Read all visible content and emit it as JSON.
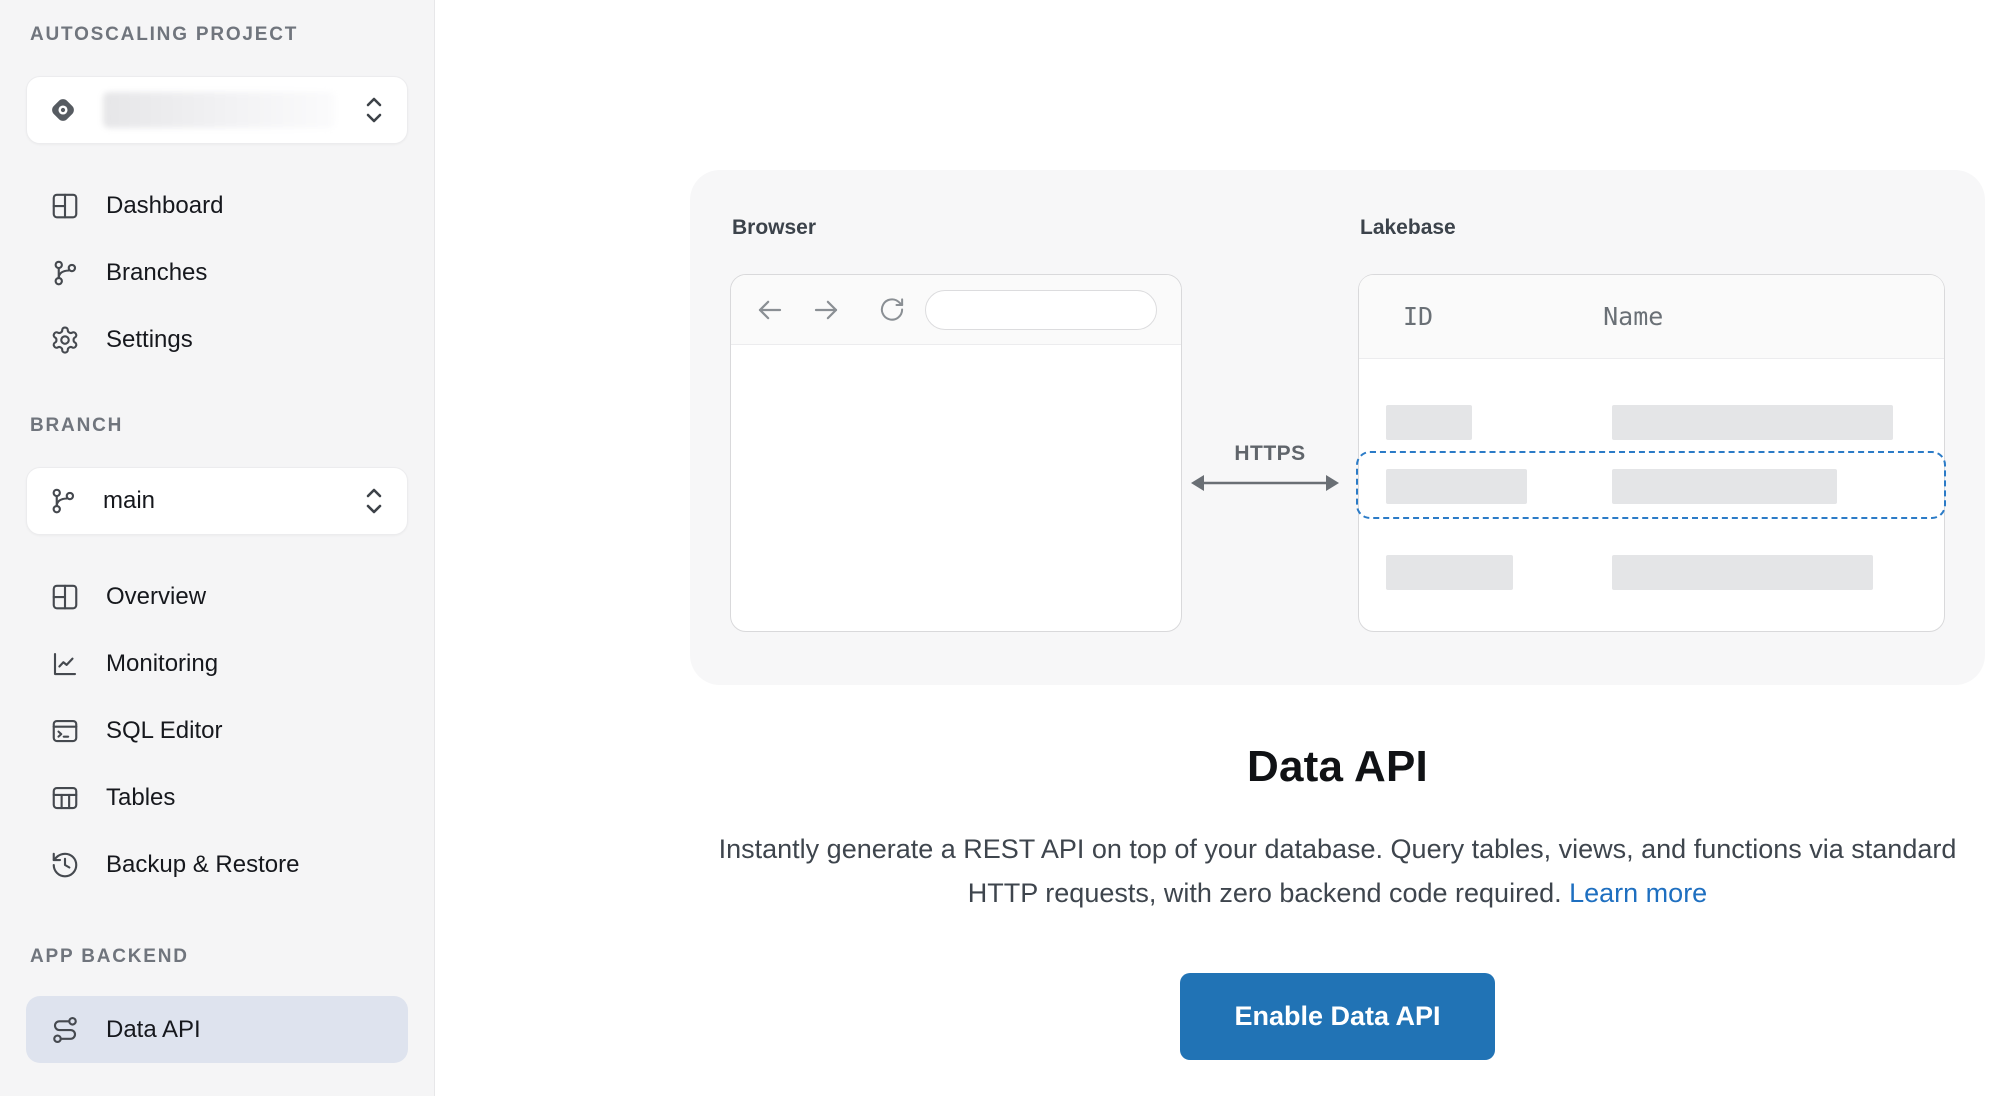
{
  "sidebar": {
    "project_section_label": "AUTOSCALING PROJECT",
    "project_selector": {
      "value": "",
      "note": "project name blurred/redacted in screenshot"
    },
    "project_nav": [
      {
        "label": "Dashboard"
      },
      {
        "label": "Branches"
      },
      {
        "label": "Settings"
      }
    ],
    "branch_section_label": "BRANCH",
    "branch_selector": {
      "value": "main"
    },
    "branch_nav": [
      {
        "label": "Overview"
      },
      {
        "label": "Monitoring"
      },
      {
        "label": "SQL Editor"
      },
      {
        "label": "Tables"
      },
      {
        "label": "Backup & Restore"
      }
    ],
    "backend_section_label": "APP BACKEND",
    "backend_nav": [
      {
        "label": "Data API",
        "active": true
      }
    ]
  },
  "illustration": {
    "browser_label": "Browser",
    "lakebase_label": "Lakebase",
    "https_label": "HTTPS",
    "table_headers": [
      "ID",
      "Name"
    ],
    "url_value": ""
  },
  "main": {
    "title": "Data API",
    "description": "Instantly generate a REST API on top of your database. Query tables, views, and functions via standard HTTP requests, with zero backend code required.",
    "learn_more_label": "Learn more",
    "enable_button_label": "Enable Data API"
  },
  "colors": {
    "button_blue": "#2173b5",
    "link_blue": "#1e6fc0",
    "dashed_row_blue": "#2b7bc7",
    "selected_item_bg": "#dee3ee",
    "sidebar_bg": "#f5f5f6",
    "panel_bg": "#f7f7f8",
    "placeholder_bar": "#e4e5e7"
  }
}
